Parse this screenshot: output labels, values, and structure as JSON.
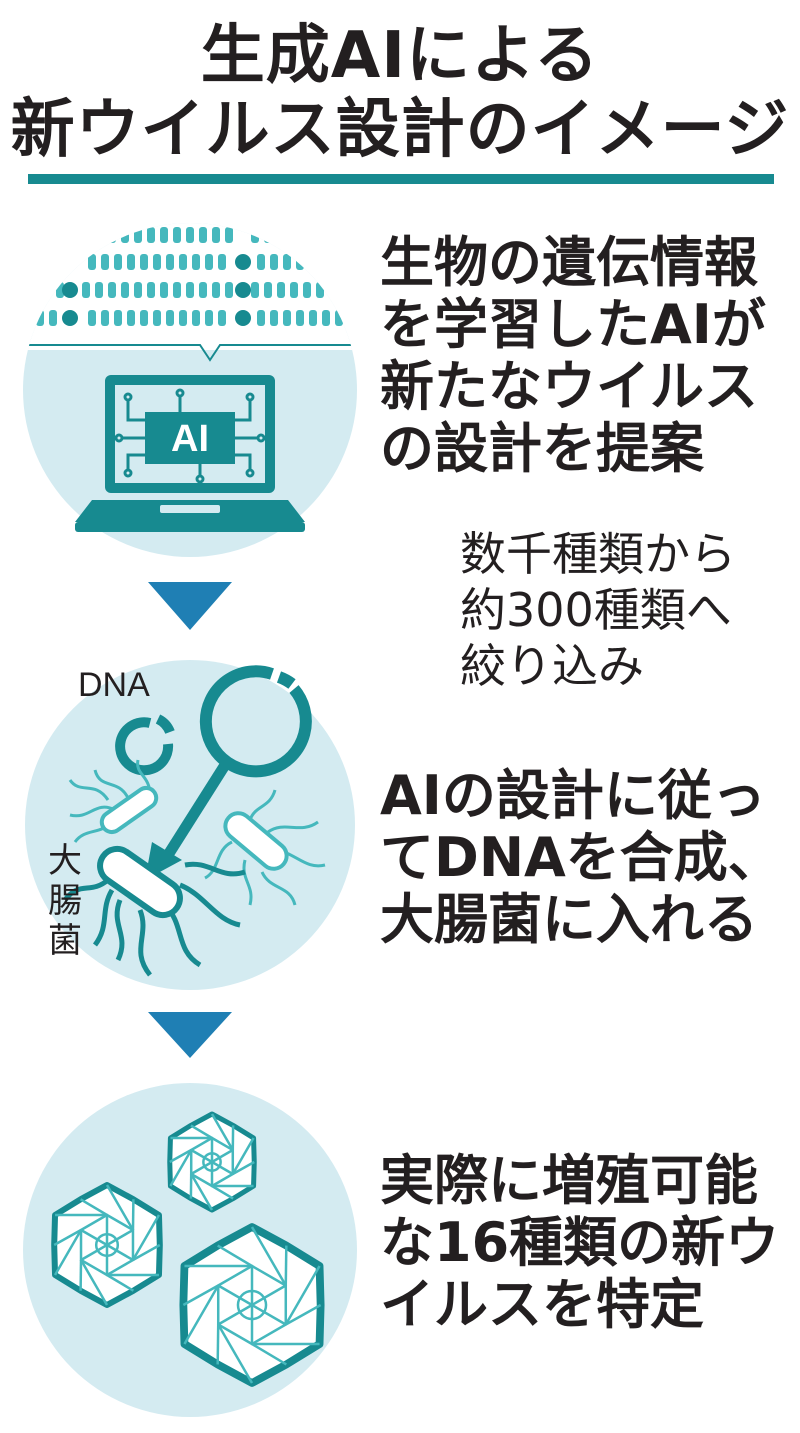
{
  "title": {
    "line1": "生成AIによる",
    "line2": "新ウイルス設計のイメージ"
  },
  "colors": {
    "teal_dark": "#178a90",
    "teal_mid": "#45b8bd",
    "circle_bg": "#d4ebf1",
    "arrow_blue": "#1f7fb4",
    "text": "#231f20"
  },
  "steps": [
    {
      "lines": [
        "生物の遺伝情報",
        "を学習したAIが",
        "新たなウイルス",
        "の設計を提案"
      ],
      "icon": "laptop-ai-icon",
      "screen_label": "AI"
    },
    {
      "lines": [
        "AIの設計に従っ",
        "てDNAを合成、",
        "大腸菌に入れる"
      ],
      "icon": "dna-bacteria-icon",
      "labels": {
        "dna": "DNA",
        "bacteria": [
          "大",
          "腸",
          "菌"
        ]
      }
    },
    {
      "lines": [
        "実際に増殖可能",
        "な16種類の新ウ",
        "イルスを特定"
      ],
      "icon": "virus-icon"
    }
  ],
  "note": {
    "lines": [
      "数千種類から",
      "約300種類へ",
      "絞り込み"
    ]
  }
}
